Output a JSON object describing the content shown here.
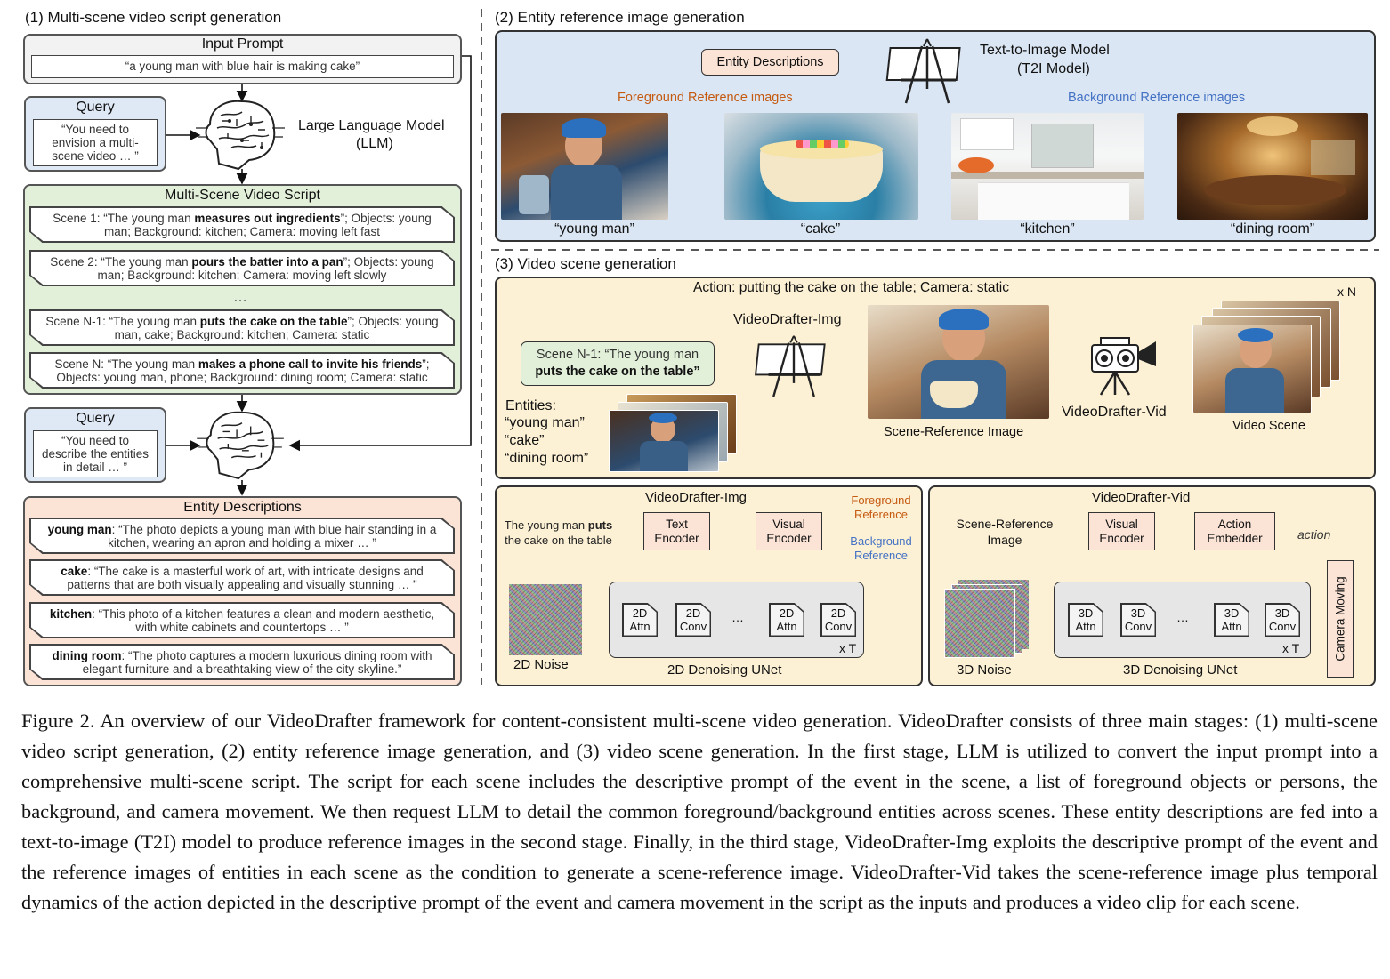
{
  "section1": {
    "title": "(1) Multi-scene video script generation",
    "input_prompt_label": "Input Prompt",
    "input_prompt_text": "“a young man with blue hair is making cake”",
    "query1_label": "Query",
    "query1_text": "“You need to envision a multi-scene video … ”",
    "llm_label_line1": "Large Language Model",
    "llm_label_line2": "(LLM)",
    "script_title": "Multi-Scene Video Script",
    "scenes": [
      {
        "pre": "Scene 1: “The young man ",
        "bold": "measures out ingredients",
        "post": "”; Objects: young man; Background: kitchen; Camera: moving left fast"
      },
      {
        "pre": "Scene 2: “The young man ",
        "bold": "pours the batter into a pan",
        "post": "”; Objects: young man; Background: kitchen; Camera: moving left slowly"
      },
      {
        "pre": "Scene N-1: “The young man ",
        "bold": "puts the cake on the table",
        "post": "”; Objects: young man, cake; Background: kitchen; Camera: static"
      },
      {
        "pre": "Scene N: “The young man ",
        "bold": "makes a phone call to invite his friends",
        "post": "”; Objects: young man, phone; Background: dining room; Camera: static"
      }
    ],
    "ellipsis": "…",
    "query2_label": "Query",
    "query2_text": "“You need to describe the entities in detail … ”",
    "entity_title": "Entity Descriptions",
    "entities": [
      {
        "name": "young man",
        "text": ": “The photo depicts a young man with blue hair standing in a kitchen, wearing an apron and holding a mixer … ”"
      },
      {
        "name": "cake",
        "text": ": “The cake is a masterful work of art, with intricate designs and patterns that are both visually appealing and visually stunning … ”"
      },
      {
        "name": "kitchen",
        "text": ": “This photo of a kitchen features a clean and modern aesthetic, with white cabinets and countertops … ”"
      },
      {
        "name": "dining room",
        "text": ": “The photo captures a modern luxurious dining room with elegant furniture and a breathtaking view of the city skyline.”"
      }
    ]
  },
  "section2": {
    "title": "(2) Entity reference image generation",
    "entity_desc_box": "Entity Descriptions",
    "t2i_line1": "Text-to-Image Model",
    "t2i_line2": "(T2I Model)",
    "fg_label": "Foreground Reference images",
    "bg_label": "Background Reference images",
    "image_captions": [
      "“young man”",
      "“cake”",
      "“kitchen”",
      "“dining room”"
    ]
  },
  "section3": {
    "title": "(3) Video scene generation",
    "action_label": "Action: putting the cake on the table; Camera: static",
    "xn": "x N",
    "img_model_label": "VideoDrafter-Img",
    "scene_box_pre": "Scene N-1: “The young man",
    "scene_box_bold": "puts the cake on the table”",
    "entities_label": "Entities:",
    "entities_list": [
      "“young man”",
      "“cake”",
      "“dining room”"
    ],
    "scene_ref_label": "Scene-Reference Image",
    "vid_model_label": "VideoDrafter-Vid",
    "video_scene_label": "Video Scene"
  },
  "img_panel": {
    "title": "VideoDrafter-Img",
    "prompt_pre": "The young man ",
    "prompt_bold": "puts",
    "prompt_post": "the cake on the table",
    "text_encoder": "Text Encoder",
    "visual_encoder": "Visual Encoder",
    "fg_ref": "Foreground Reference",
    "bg_ref": "Background Reference",
    "attn": "2D Attn",
    "conv": "2D Conv",
    "dots": "…",
    "xt": "x T",
    "noise_label": "2D Noise",
    "unet_label": "2D Denoising UNet"
  },
  "vid_panel": {
    "title": "VideoDrafter-Vid",
    "scene_ref": "Scene-Reference Image",
    "visual_encoder": "Visual Encoder",
    "action_embedder": "Action Embedder",
    "action": "action",
    "attn": "3D Attn",
    "conv": "3D Conv",
    "dots": "…",
    "xt": "x T",
    "camera": "Camera Moving",
    "noise_label": "3D Noise",
    "unet_label": "3D Denoising UNet"
  },
  "caption": "Figure 2.  An overview of our VideoDrafter framework for content-consistent multi-scene video generation.  VideoDrafter consists of three main stages: (1) multi-scene video script generation, (2) entity reference image generation, and (3) video scene generation. In the first stage, LLM is utilized to convert the input prompt into a comprehensive multi-scene script.  The script for each scene includes the descriptive prompt of the event in the scene, a list of foreground objects or persons, the background, and camera movement.  We then request LLM to detail the common foreground/background entities across scenes.  These entity descriptions are fed into a text-to-image (T2I) model to produce reference images in the second stage. Finally, in the third stage, VideoDrafter-Img exploits the descriptive prompt of the event and the reference images of entities in each scene as the condition to generate a scene-reference image. VideoDrafter-Vid takes the scene-reference image plus temporal dynamics of the action depicted in the descriptive prompt of the event and camera movement in the script as the inputs and produces a video clip for each scene.",
  "colors": {
    "query_bg": "#dfe8f5",
    "script_bg": "#e2efd9",
    "entity_bg": "#fbe3d6",
    "panel2_bg": "#dae6f3",
    "panel3_bg": "#fdf1d5",
    "fg_arrow": "#c55a11",
    "bg_arrow": "#4472c4",
    "green_arrow": "#70ad47"
  }
}
